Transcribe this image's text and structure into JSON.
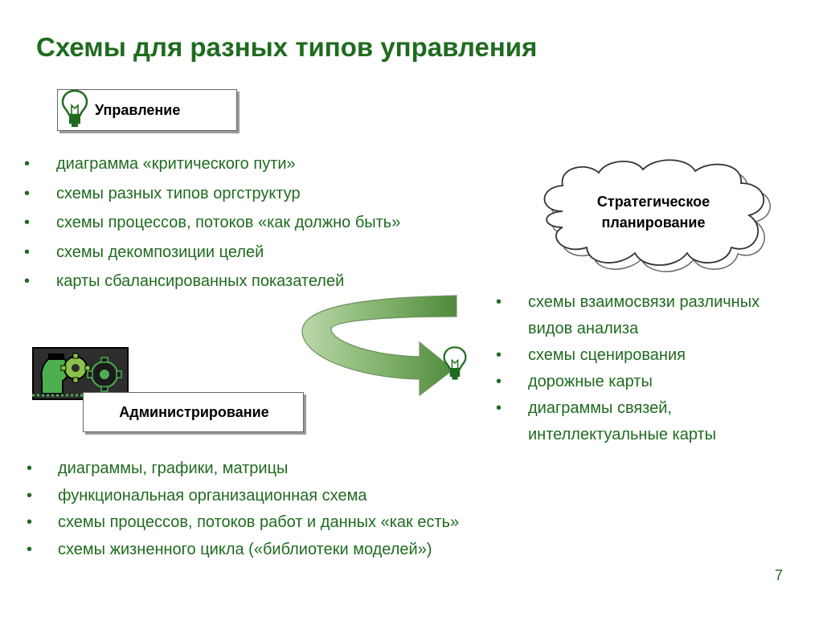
{
  "slide": {
    "title": "Схемы для разных типов управления",
    "page_number": "7"
  },
  "management": {
    "label": "Управление",
    "items": [
      "диаграмма «критического пути»",
      "схемы разных типов оргструктур",
      "схемы процессов, потоков «как должно быть»",
      "схемы декомпозиции целей",
      "карты сбалансированных показателей"
    ]
  },
  "strategic": {
    "label_line1": "Стратегическое",
    "label_line2": "планирование",
    "items": [
      "схемы взаимосвязи различных видов анализа",
      "схемы сценирования",
      "дорожные карты",
      "диаграммы связей, интеллектуальные карты"
    ]
  },
  "administration": {
    "label": "Администрирование",
    "items": [
      "диаграммы, графики, матрицы",
      "функциональная организационная схема",
      "схемы процессов, потоков работ и данных «как есть»",
      "схемы жизненного цикла («библиотеки моделей»)"
    ]
  },
  "icons": {
    "management": "lightbulb-icon",
    "strategic": "lightbulb-icon",
    "administration": "gears-person-icon",
    "arrow": "curved-arrow-icon"
  },
  "colors": {
    "text_green": "#1f6b1f",
    "arrow_green_light": "#b9d8a8",
    "arrow_green_dark": "#4e8a3a",
    "admin_icon_bg": "#000000",
    "admin_icon_green": "#4caf50"
  }
}
